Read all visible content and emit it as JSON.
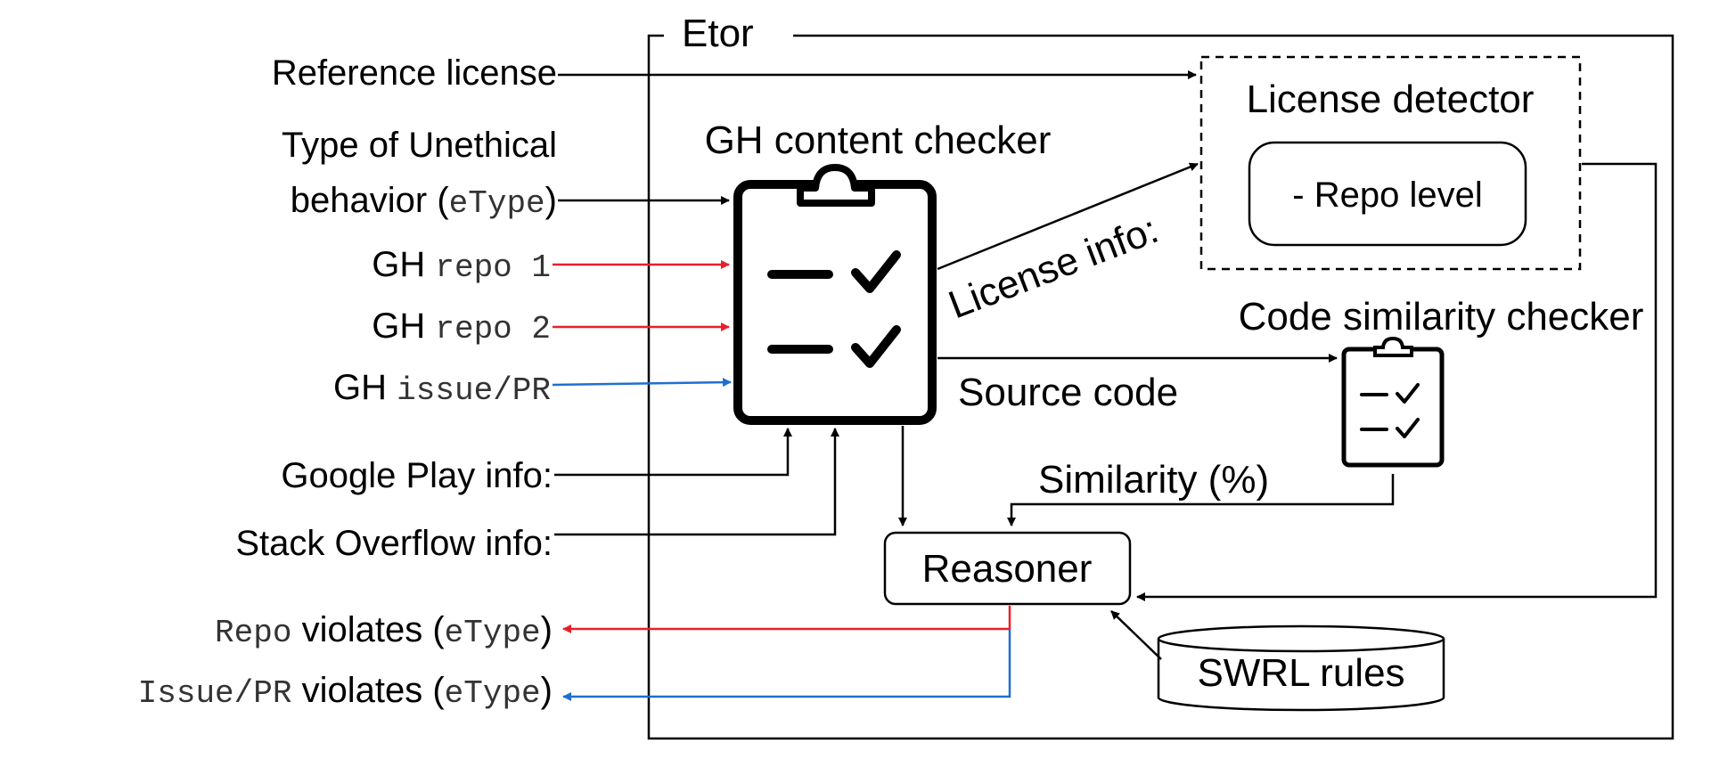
{
  "title": "Etor",
  "inputs": {
    "reference_license": "Reference license",
    "type_line1": "Type of Unethical",
    "type_line2_pre": "behavior (",
    "type_line2_code": "eType",
    "type_line2_post": ")",
    "repo1_pre": "GH ",
    "repo1_code": "repo 1",
    "repo2_pre": "GH ",
    "repo2_code": "repo 2",
    "issue_pre": "GH ",
    "issue_code": "issue/PR",
    "google_play": "Google Play info:",
    "stack_overflow": "Stack Overflow info:"
  },
  "outputs": {
    "repo_code": "Repo",
    "repo_mid": " violates (",
    "repo_etype": "eType",
    "repo_post": ")",
    "issue_code": "Issue/PR",
    "issue_mid": " violates (",
    "issue_etype": "eType",
    "issue_post": ")"
  },
  "components": {
    "gh_content_checker": "GH content checker",
    "license_detector": "License detector",
    "repo_level": "- Repo level",
    "code_similarity_checker": "Code similarity checker",
    "reasoner": "Reasoner",
    "swrl_rules": "SWRL rules"
  },
  "edge_labels": {
    "license_info": "License info:",
    "source_code": "Source code",
    "similarity": "Similarity (%)"
  },
  "colors": {
    "red_arrow": "#e8202a",
    "blue_arrow": "#1f6fd1",
    "black": "#000000"
  }
}
